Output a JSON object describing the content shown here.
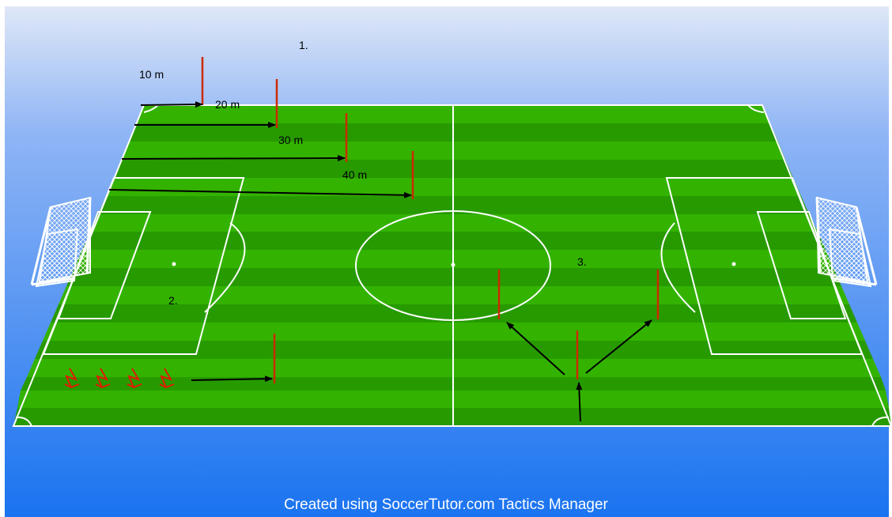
{
  "labels": {
    "drill_1": "1.",
    "drill_2": "2.",
    "drill_3": "3.",
    "dist_10": "10 m",
    "dist_20": "20 m",
    "dist_30": "30 m",
    "dist_40": "40 m"
  },
  "footer": "Created using SoccerTutor.com Tactics Manager",
  "colors": {
    "background_top": "#dfe7f7",
    "background_bottom": "#1a73f0",
    "pitch_light": "#33b300",
    "pitch_dark": "#279a00",
    "lines": "#ffffff",
    "pole": "#cc2a00",
    "arrow": "#000000",
    "player": "#e01b00"
  }
}
